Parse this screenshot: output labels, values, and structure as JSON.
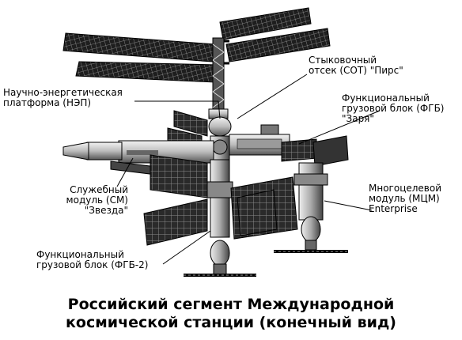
{
  "diagram": {
    "labels": {
      "pirs": [
        "Стыковочный",
        "отсек (СОТ) \"Пирс\""
      ],
      "nep": [
        "Научно-энергетическая",
        "платформа (НЭП)"
      ],
      "zarya": [
        "Функциональный",
        "грузовой блок (ФГБ)",
        "\"Заря\""
      ],
      "zvezda": [
        "Служебный",
        "модуль (СМ)",
        "\"Звезда\""
      ],
      "mcm": [
        "Многоцелевой",
        "модуль (МЦМ)",
        "Enterprise"
      ],
      "fgb2": [
        "Функциональный",
        "грузовой блок (ФГБ-2)"
      ]
    },
    "caption": [
      "Российский сегмент Международной",
      "космической станции (конечный вид)"
    ]
  }
}
